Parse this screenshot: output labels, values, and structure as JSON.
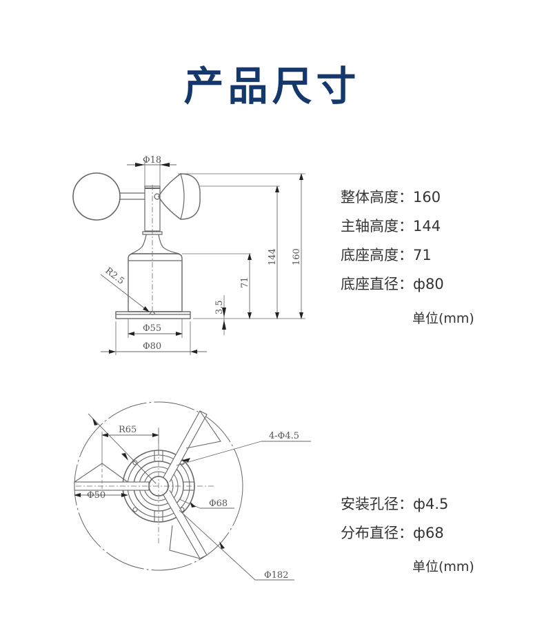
{
  "page": {
    "title": "产品尺寸",
    "title_color": "#14386b"
  },
  "side_view": {
    "labels": {
      "shaft_diameter": "Φ18",
      "total_height": "160",
      "shaft_height": "144",
      "base_height": "71",
      "flange_thickness": "3.5",
      "fillet_radius": "R2.5",
      "body_diameter": "Φ55",
      "base_diameter": "Φ80"
    },
    "specs": [
      {
        "label": "整体高度：",
        "value": "160"
      },
      {
        "label": "主轴高度：",
        "value": "144"
      },
      {
        "label": "底座高度：",
        "value": "71"
      },
      {
        "label": "底座直径：",
        "value": "ф80"
      }
    ],
    "unit": "单位(mm)"
  },
  "top_view": {
    "labels": {
      "arm_radius": "R65",
      "cup_diameter": "Φ50",
      "mount_holes": "4-Φ4.5",
      "hole_circle": "Φ68",
      "sweep_diameter": "Φ182"
    },
    "specs": [
      {
        "label": "安装孔径：",
        "value": "ф4.5"
      },
      {
        "label": "分布直径：",
        "value": "ф68"
      }
    ],
    "unit": "单位(mm)"
  }
}
